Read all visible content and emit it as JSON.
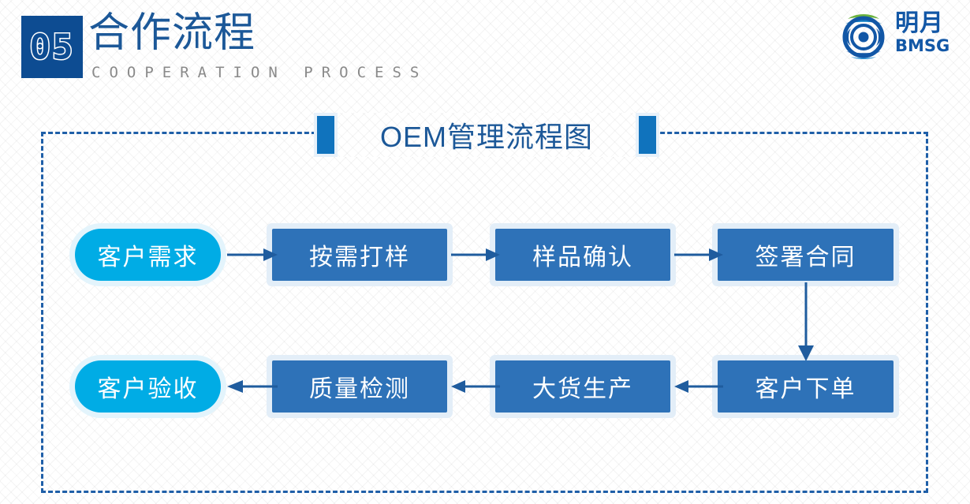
{
  "header": {
    "number": "05",
    "title_cn": "合作流程",
    "title_en": "COOPERATION PROCESS"
  },
  "logo": {
    "mark": "globe-emblem-icon",
    "name_cn": "明月",
    "name_en": "BMSG",
    "color_primary": "#1257a6",
    "color_accent": "#6cb33f"
  },
  "panel": {
    "heading": "OEM管理流程图",
    "border_color": "#1f5fa8",
    "bar_color": "#1073bd"
  },
  "chart_data": {
    "type": "diagram",
    "title": "OEM管理流程图",
    "nodes": [
      {
        "id": "demand",
        "label": "客户需求",
        "shape": "pill",
        "color": "#00ace5",
        "row": 1,
        "col": 1
      },
      {
        "id": "sample",
        "label": "按需打样",
        "shape": "rect",
        "color": "#2e72b8",
        "row": 1,
        "col": 2
      },
      {
        "id": "confirm",
        "label": "样品确认",
        "shape": "rect",
        "color": "#2e72b8",
        "row": 1,
        "col": 3
      },
      {
        "id": "contract",
        "label": "签署合同",
        "shape": "rect",
        "color": "#2e72b8",
        "row": 1,
        "col": 4
      },
      {
        "id": "order",
        "label": "客户下单",
        "shape": "rect",
        "color": "#2e72b8",
        "row": 2,
        "col": 4
      },
      {
        "id": "produce",
        "label": "大货生产",
        "shape": "rect",
        "color": "#2e72b8",
        "row": 2,
        "col": 3
      },
      {
        "id": "quality",
        "label": "质量检测",
        "shape": "rect",
        "color": "#2e72b8",
        "row": 2,
        "col": 2
      },
      {
        "id": "accept",
        "label": "客户验收",
        "shape": "pill",
        "color": "#00ace5",
        "row": 2,
        "col": 1
      }
    ],
    "edges": [
      {
        "from": "demand",
        "to": "sample",
        "direction": "right"
      },
      {
        "from": "sample",
        "to": "confirm",
        "direction": "right"
      },
      {
        "from": "confirm",
        "to": "contract",
        "direction": "right"
      },
      {
        "from": "contract",
        "to": "order",
        "direction": "down"
      },
      {
        "from": "order",
        "to": "produce",
        "direction": "left"
      },
      {
        "from": "produce",
        "to": "quality",
        "direction": "left"
      },
      {
        "from": "quality",
        "to": "accept",
        "direction": "left"
      }
    ],
    "arrow_color": "#1f5c9e"
  }
}
